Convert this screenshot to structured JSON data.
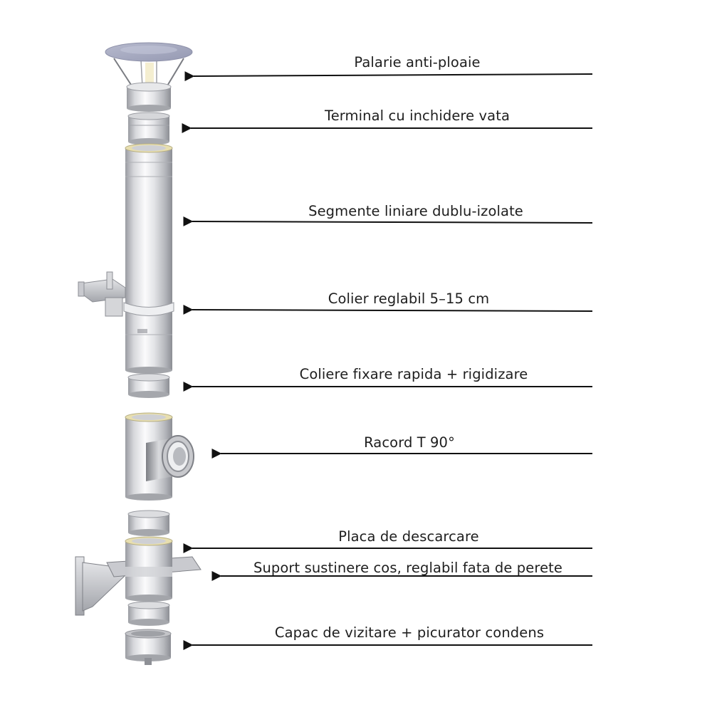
{
  "diagram": {
    "components": [
      {
        "id": "cap",
        "label": "Palarie anti-ploaie"
      },
      {
        "id": "terminal",
        "label": "Terminal cu inchidere vata"
      },
      {
        "id": "segments",
        "label": "Segmente liniare dublu-izolate"
      },
      {
        "id": "clamp",
        "label": "Colier reglabil 5–15 cm"
      },
      {
        "id": "quick-clamp",
        "label": "Coliere fixare rapida + rigidizare"
      },
      {
        "id": "tee",
        "label": "Racord T 90°"
      },
      {
        "id": "plate",
        "label": "Placa de descarcare"
      },
      {
        "id": "support",
        "label": "Suport sustinere cos, reglabil fata de perete"
      },
      {
        "id": "cleanout",
        "label": "Capac de vizitare + picurator condens"
      }
    ]
  },
  "colors": {
    "steel_light": "#f4f4f6",
    "steel_mid": "#c9cacf",
    "steel_dark": "#8e9096",
    "cap_top": "#a9adc3",
    "insulation": "#e8dfb0",
    "text": "#1e1e1e",
    "line": "#111111"
  }
}
